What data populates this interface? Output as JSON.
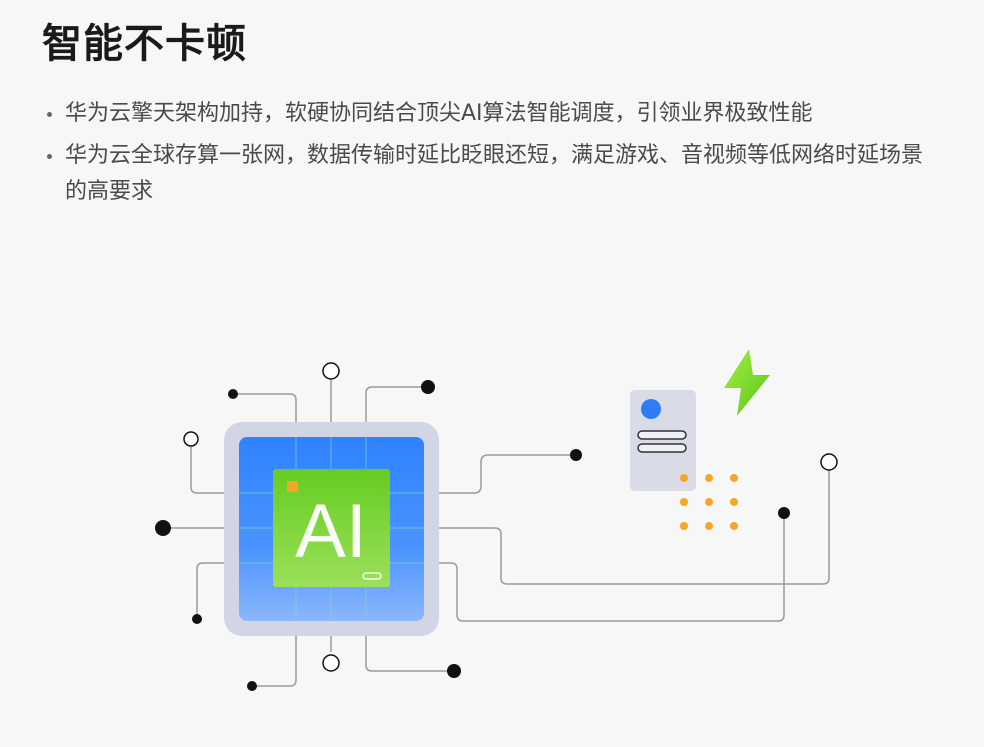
{
  "page": {
    "title": "智能不卡顿"
  },
  "features": [
    {
      "text": "华为云擎天架构加持，软硬协同结合顶尖AI算法智能调度，引领业界极致性能"
    },
    {
      "text": "华为云全球存算一张网，数据传输时延比眨眼还短，满足游戏、音视频等低网络时延场景的高要求"
    }
  ],
  "illustration": {
    "chip_label": "AI",
    "colors": {
      "chip_frame": "#d2d6e4",
      "chip_blue": "#3a8cff",
      "chip_green": "#6ccf2c",
      "server": "#d9dbe6",
      "server_dot": "#2f7cf6",
      "accent_orange": "#f5a623",
      "bolt_green": "#7ed321",
      "wire": "#a8a8a8",
      "node": "#111111"
    }
  }
}
